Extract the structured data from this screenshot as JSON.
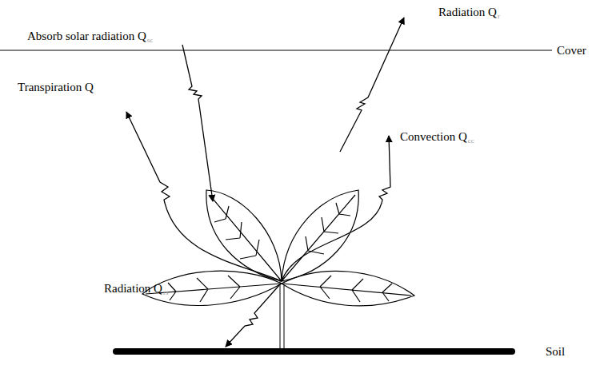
{
  "diagram": {
    "labels": [
      "Radiation Q",
      "r",
      "Absorb solar radiation Q",
      "sc",
      "Cover",
      "Convection Q",
      "cc",
      "Transpiration Q",
      "Radiation Q",
      "rs",
      "Soil"
    ]
  }
}
